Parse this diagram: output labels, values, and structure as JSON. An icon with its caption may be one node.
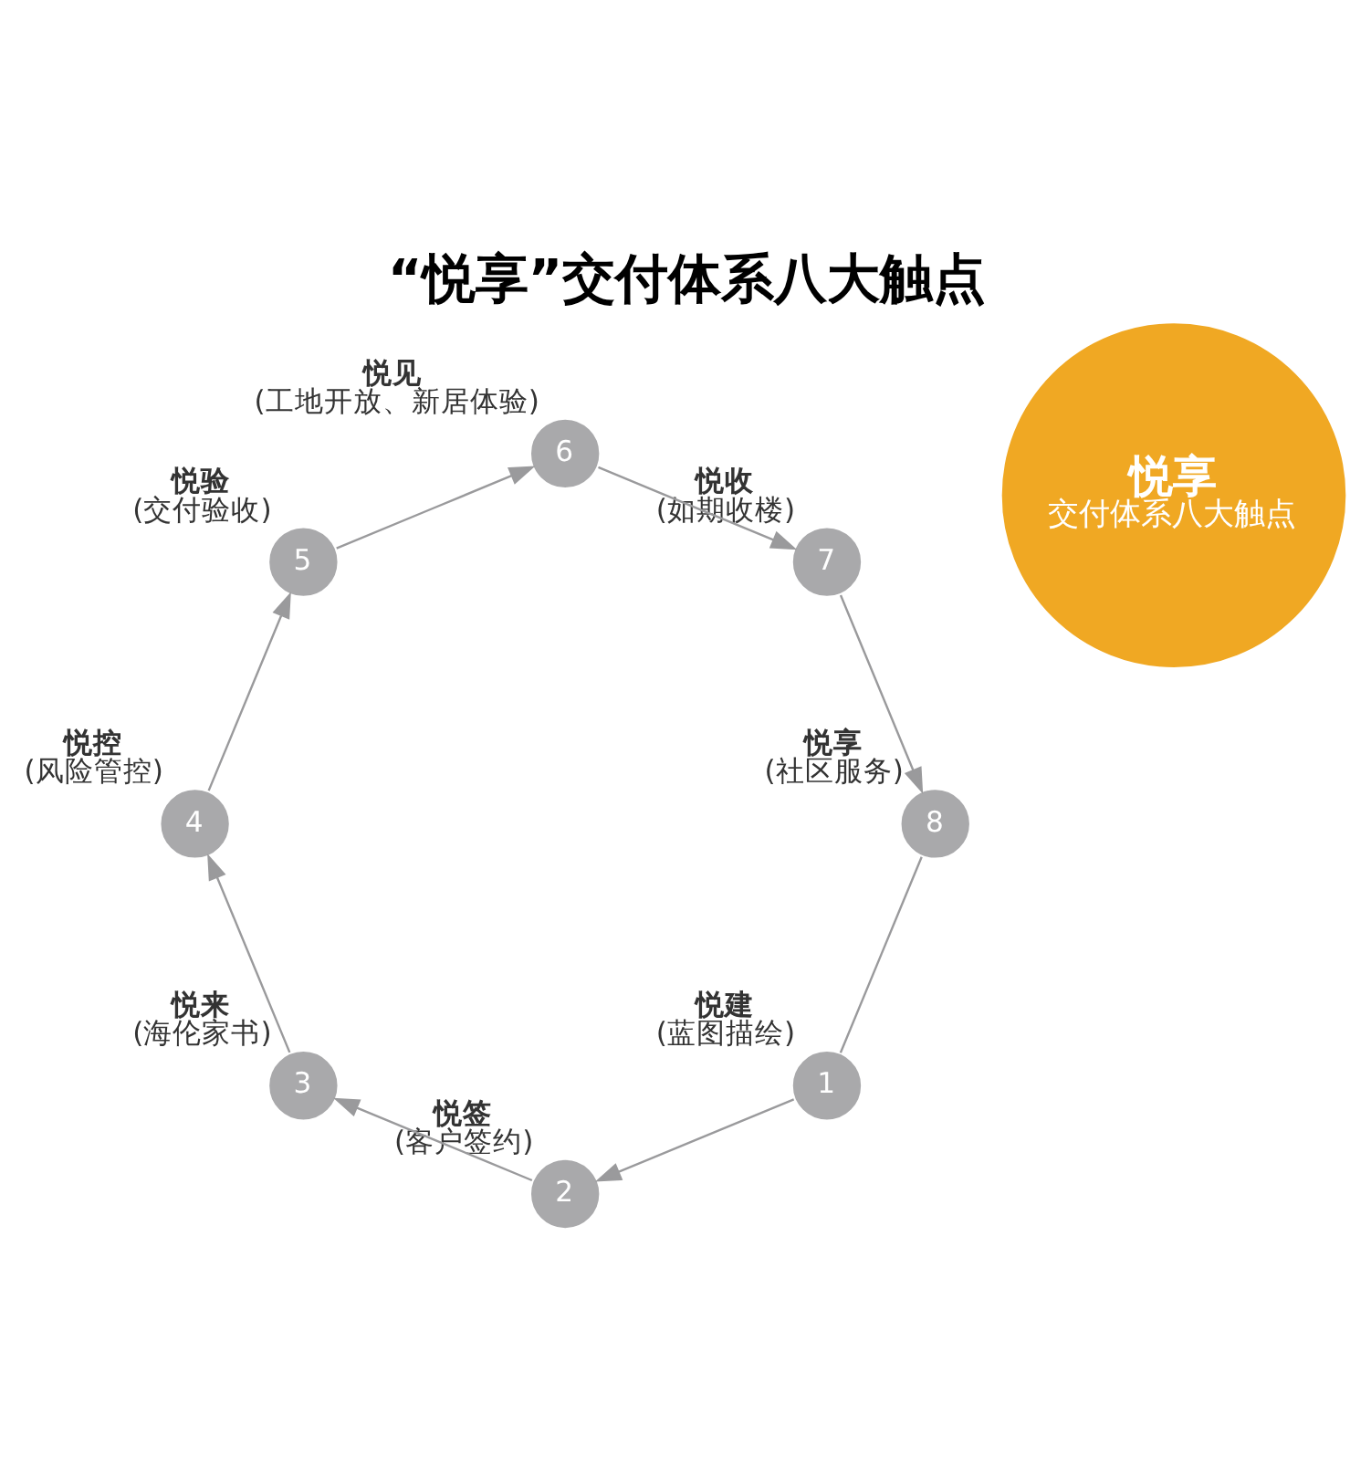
{
  "diagram": {
    "title": "“悦享”交付体系八大触点",
    "nodes": [
      {
        "text": [
          "悦享",
          "交付体系八大触点"
        ]
      },
      {
        "text": [
          "1"
        ],
        "beside": [
          "悦建",
          "(蓝图描绘)"
        ]
      },
      {
        "text": [
          "2"
        ],
        "beside": [
          "悦签",
          "(客户签约)"
        ]
      },
      {
        "text": [
          "3"
        ],
        "beside": [
          "悦来",
          "(海伦家书)"
        ]
      },
      {
        "text": [
          "4"
        ],
        "beside": [
          "悦控",
          "(风险管控)"
        ]
      },
      {
        "text": [
          "5"
        ],
        "beside": [
          "悦验",
          "(交付验收)"
        ]
      },
      {
        "text": [
          "6"
        ],
        "beside": [
          "悦见",
          "(工地开放、新居体验)"
        ]
      },
      {
        "text": [
          "7"
        ],
        "beside": [
          "悦收",
          "(如期收楼)"
        ]
      },
      {
        "text": [
          "8"
        ],
        "beside": [
          "悦享",
          "(社区服务)"
        ]
      }
    ],
    "edges": [
      {
        "from": 1,
        "to": 2,
        "arrow": "to"
      },
      {
        "from": 2,
        "to": 3,
        "arrow": "to"
      },
      {
        "from": 3,
        "to": 4,
        "arrow": "to"
      },
      {
        "from": 4,
        "to": 5,
        "arrow": "to"
      },
      {
        "from": 5,
        "to": 6,
        "arrow": "to"
      },
      {
        "from": 6,
        "to": 7,
        "arrow": "to"
      },
      {
        "from": 7,
        "to": 8,
        "arrow": "to"
      },
      {
        "from": 8,
        "to": 1,
        "arrow": "none"
      }
    ]
  }
}
